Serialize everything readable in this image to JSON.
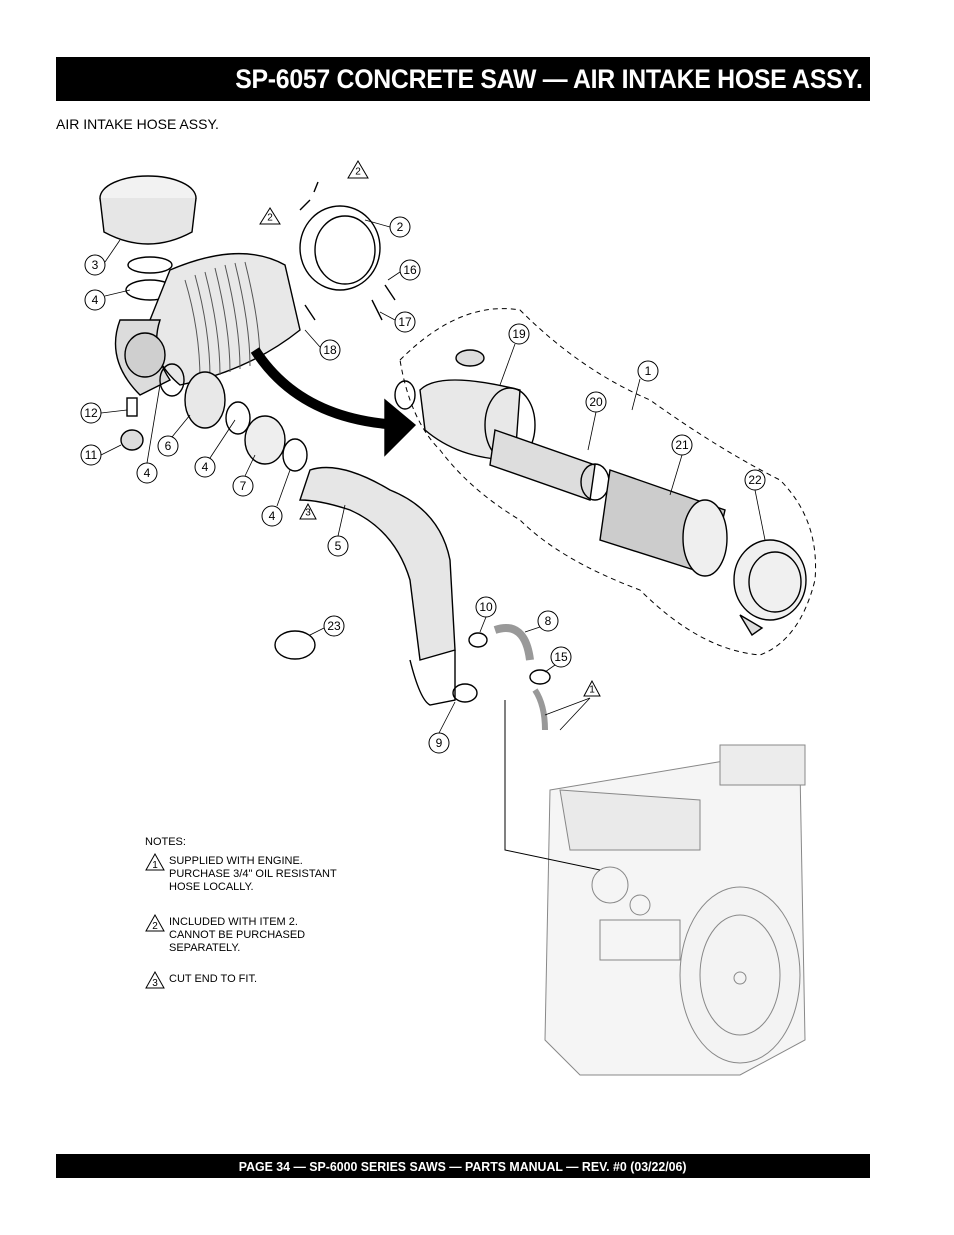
{
  "header": {
    "title": "SP-6057 CONCRETE SAW —  AIR INTAKE HOSE ASSY."
  },
  "subtitle": "AIR INTAKE HOSE ASSY.",
  "callouts": [
    {
      "id": "c3",
      "label": "3"
    },
    {
      "id": "c4a",
      "label": "4"
    },
    {
      "id": "c2",
      "label": "2"
    },
    {
      "id": "c16",
      "label": "16"
    },
    {
      "id": "c17",
      "label": "17"
    },
    {
      "id": "c18",
      "label": "18"
    },
    {
      "id": "c12",
      "label": "12"
    },
    {
      "id": "c11",
      "label": "11"
    },
    {
      "id": "c4b",
      "label": "4"
    },
    {
      "id": "c6",
      "label": "6"
    },
    {
      "id": "c4c",
      "label": "4"
    },
    {
      "id": "c7",
      "label": "7"
    },
    {
      "id": "c4d",
      "label": "4"
    },
    {
      "id": "c5",
      "label": "5"
    },
    {
      "id": "c19",
      "label": "19"
    },
    {
      "id": "c1",
      "label": "1"
    },
    {
      "id": "c20",
      "label": "20"
    },
    {
      "id": "c21",
      "label": "21"
    },
    {
      "id": "c22",
      "label": "22"
    },
    {
      "id": "c23",
      "label": "23"
    },
    {
      "id": "c10",
      "label": "10"
    },
    {
      "id": "c8",
      "label": "8"
    },
    {
      "id": "c15",
      "label": "15"
    },
    {
      "id": "c9",
      "label": "9"
    }
  ],
  "triangle_markers": [
    {
      "id": "t2a",
      "label": "2"
    },
    {
      "id": "t2b",
      "label": "2"
    },
    {
      "id": "t3",
      "label": "3"
    },
    {
      "id": "t1",
      "label": "1"
    }
  ],
  "notes": {
    "heading": "NOTES:",
    "items": [
      {
        "num": "1",
        "text": "SUPPLIED WITH ENGINE.\nPURCHASE 3/4\" OIL RESISTANT\nHOSE LOCALLY."
      },
      {
        "num": "2",
        "text": "INCLUDED WITH ITEM 2.\nCANNOT BE PURCHASED\nSEPARATELY."
      },
      {
        "num": "3",
        "text": "CUT END TO FIT."
      }
    ]
  },
  "footer": {
    "text": "PAGE 34 — SP-6000 SERIES SAWS  — PARTS MANUAL — REV. #0 (03/22/06)"
  }
}
